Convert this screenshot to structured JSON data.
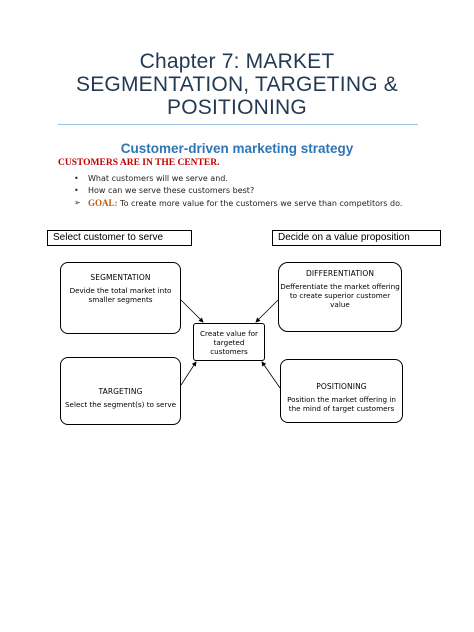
{
  "title": {
    "line1": "Chapter 7: MARKET",
    "line2": "SEGMENTATION, TARGETING &",
    "line3": "POSITIONING"
  },
  "subtitle": "Customer-driven marketing strategy",
  "center_note": "CUSTOMERS ARE IN THE CENTER.",
  "bullets": [
    {
      "symbol": "•",
      "text": "What customers will we serve and."
    },
    {
      "symbol": "•",
      "text": "How can we serve these customers best?"
    }
  ],
  "goal": {
    "symbol": "➢",
    "label": "GOAL:",
    "text": " To create more value for the customers we serve than competitors do."
  },
  "headers": {
    "left": "Select customer to serve",
    "right": "Decide on a value proposition"
  },
  "nodes": {
    "segmentation": {
      "head": "SEGMENTATION",
      "body": "Devide the total market into smaller segments"
    },
    "differentiation": {
      "head": "DIFFERENTIATION",
      "body": "Defferentiate the market offering to create superior customer value"
    },
    "targeting": {
      "head": "TARGETING",
      "body": "Select the segment(s) to serve"
    },
    "positioning": {
      "head": "POSITIONING",
      "body": "Position the market offering in the mind of target customers"
    },
    "center": {
      "body": "Create value for targeted customers"
    }
  },
  "colors": {
    "title": "#243a52",
    "subtitle": "#2e75b6",
    "center_note": "#c00000",
    "goal_label": "#c55a11",
    "rule": "#9dc3e6"
  }
}
